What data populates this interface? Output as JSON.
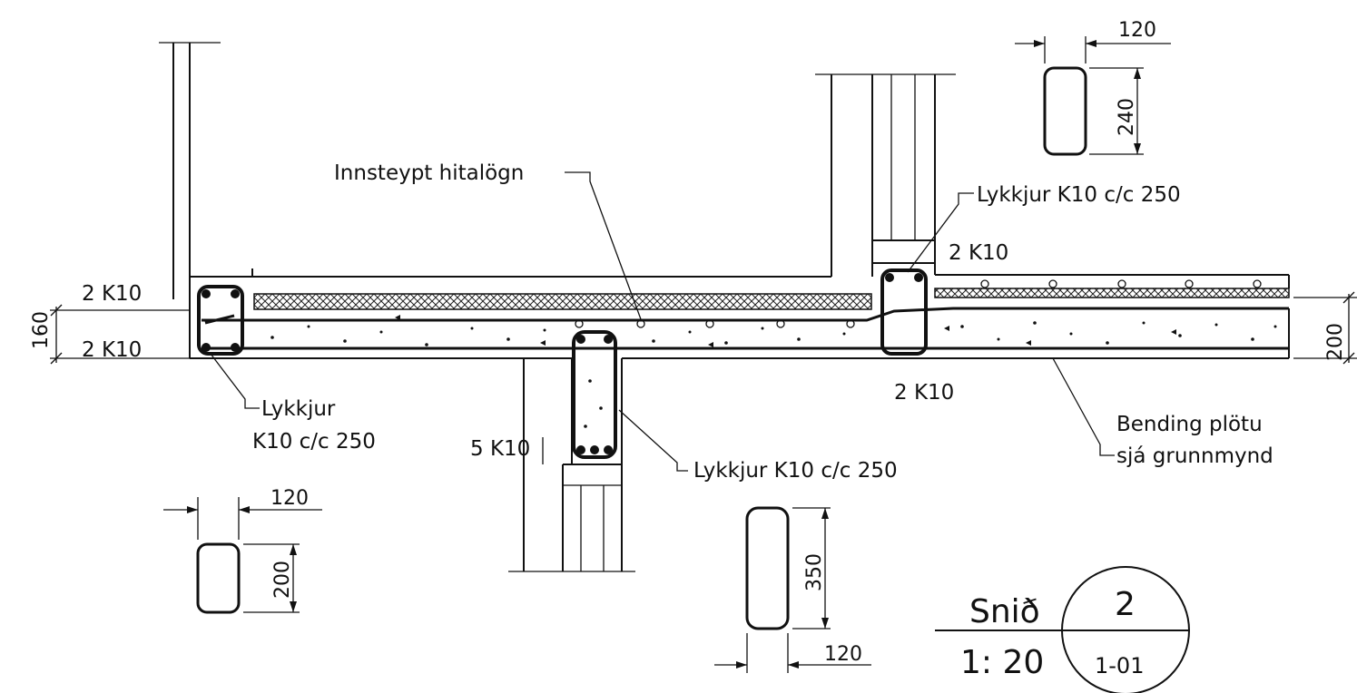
{
  "labels": {
    "heating_pipe": "Innsteypt hitalögn",
    "stirrups_right": "Lykkjur K10 c/c 250",
    "top_bars_right": "2 K10",
    "top_bars_left": "2 K10",
    "bottom_bars_left": "2 K10",
    "bottom_bars_mid": "2 K10",
    "stirrups_left_line1": "Lykkjur",
    "stirrups_left_line2": "K10 c/c 250",
    "beam_bars": "5 K10",
    "stirrups_mid": "Lykkjur K10 c/c 250",
    "slab_rebar_line1": "Bending plötu",
    "slab_rebar_line2": "sjá grunnmynd"
  },
  "dimensions": {
    "slab_left_thickness": "160",
    "slab_right_thickness": "200",
    "section_top_width": "120",
    "section_top_height": "240",
    "section_left_width": "120",
    "section_left_height": "200",
    "section_bottom_width": "120",
    "section_bottom_height": "350"
  },
  "title_block": {
    "title": "Snið",
    "scale": "1: 20",
    "number": "2",
    "sheet": "1-01"
  }
}
